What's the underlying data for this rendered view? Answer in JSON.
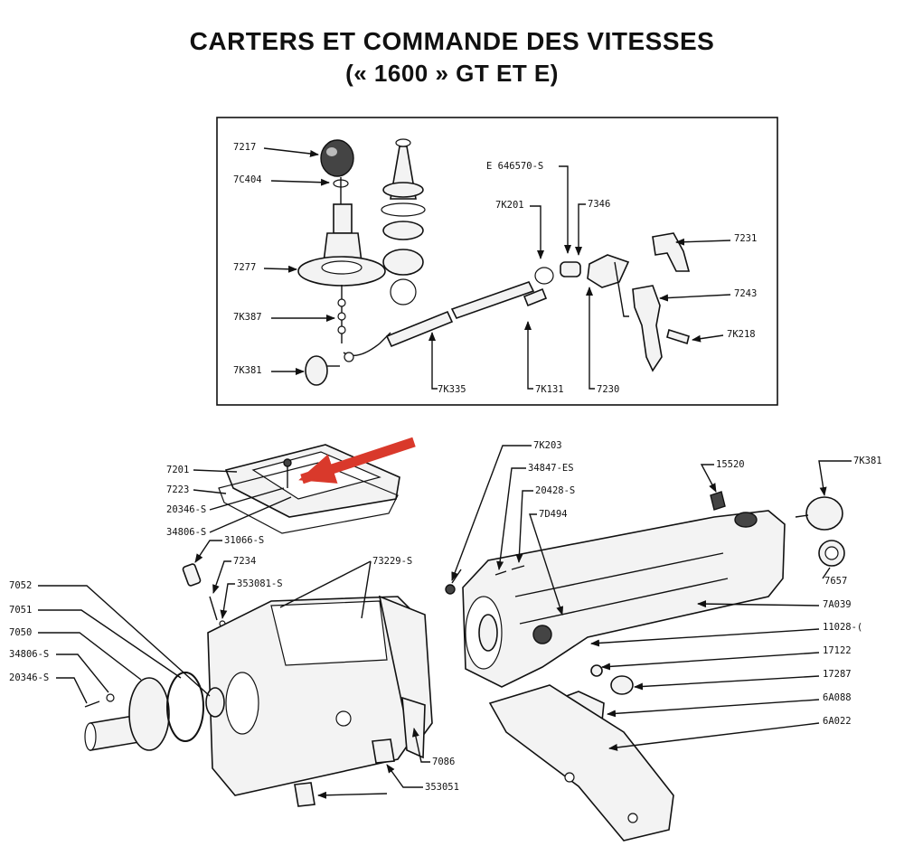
{
  "title_line1": "CARTERS ET COMMANDE DES VITESSES",
  "title_line2": "(« 1600 » GT ET E)",
  "highlight_arrow_color": "#d9392b",
  "inset_labels": {
    "l7217": "7217",
    "l7C404": "7C404",
    "l7277": "7277",
    "l7K387": "7K387",
    "l7K381": "7K381",
    "lE646570": "E 646570-S",
    "l7K201": "7K201",
    "l7346": "7346",
    "l7231": "7231",
    "l7243": "7243",
    "l7K218": "7K218",
    "l7K335": "7K335",
    "l7K131": "7K131",
    "l7230": "7230"
  },
  "main_labels": {
    "l7201": "7201",
    "l7223": "7223",
    "l20346a": "20346-S",
    "l34806a": "34806-S",
    "l31066": "31066-S",
    "l7234": "7234",
    "l353081": "353081-S",
    "l73229": "73229-S",
    "l7052": "7052",
    "l7051": "7051",
    "l7050": "7050",
    "l34806b": "34806-S",
    "l20346b": "20346-S",
    "l7086": "7086",
    "l353051": "353051",
    "l7K203": "7K203",
    "l34847": "34847-ES",
    "l20428": "20428-S",
    "l7D494": "7D494",
    "l15520": "15520",
    "l7K381b": "7K381",
    "l7657": "7657",
    "l7A039": "7A039",
    "l11028": "11028-(",
    "l17122": "17122",
    "l17287": "17287",
    "l6A088": "6A088",
    "l6A022": "6A022"
  }
}
